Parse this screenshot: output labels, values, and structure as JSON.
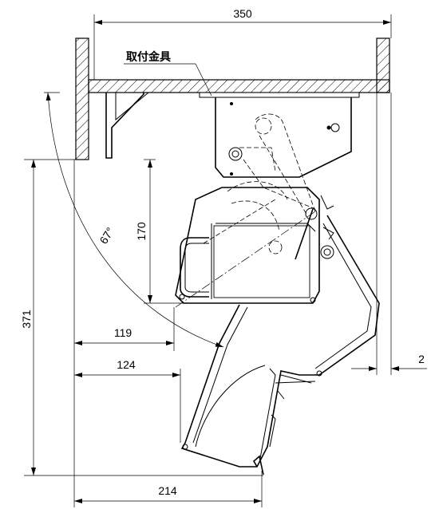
{
  "drawing": {
    "part_label": "取付金具",
    "dimensions": {
      "width_top": "350",
      "height_total": "371",
      "height_inner": "170",
      "angle": "67°",
      "offset_119": "119",
      "offset_124": "124",
      "width_bottom": "214",
      "gap_right": "2"
    }
  }
}
